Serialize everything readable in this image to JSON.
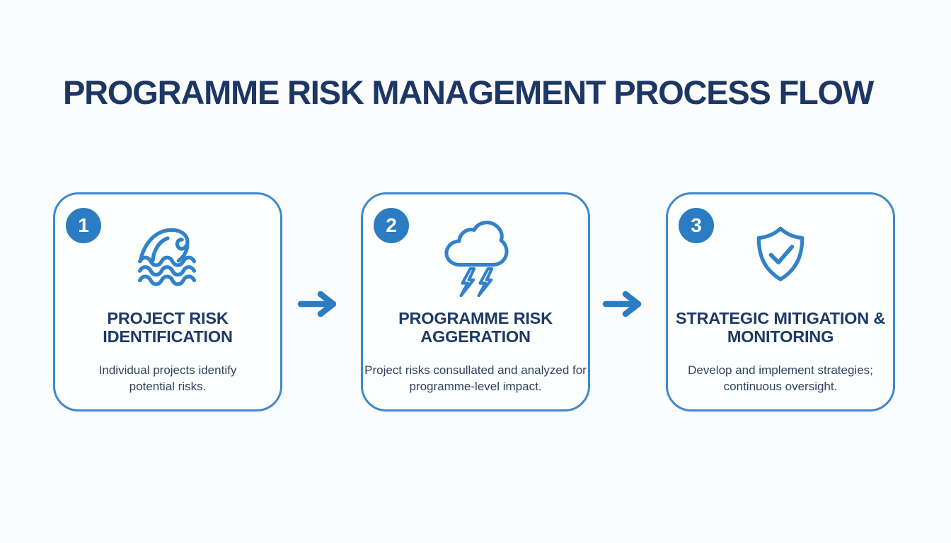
{
  "title": "PROGRAMME RISK MANAGEMENT PROCESS FLOW",
  "steps": [
    {
      "number": "1",
      "icon": "wave-icon",
      "title": "PROJECT RISK IDENTIFICATION",
      "description": "Individual projects identify potential risks."
    },
    {
      "number": "2",
      "icon": "storm-cloud-icon",
      "title": "PROGRAMME RISK AGGERATION",
      "description": "Project risks consullated and analyzed for programme-level impact."
    },
    {
      "number": "3",
      "icon": "shield-check-icon",
      "title": "STRATEGIC MITIGATION & MONITORING",
      "description": "Develop and implement strategies; continuous oversight."
    }
  ],
  "colors": {
    "accent_blue": "#2b7cc2",
    "border_blue": "#3e89cc",
    "icon_blue": "#3182c8",
    "heading_navy": "#1d3765",
    "body_text": "#32415d",
    "background": "#fbfcfd"
  }
}
